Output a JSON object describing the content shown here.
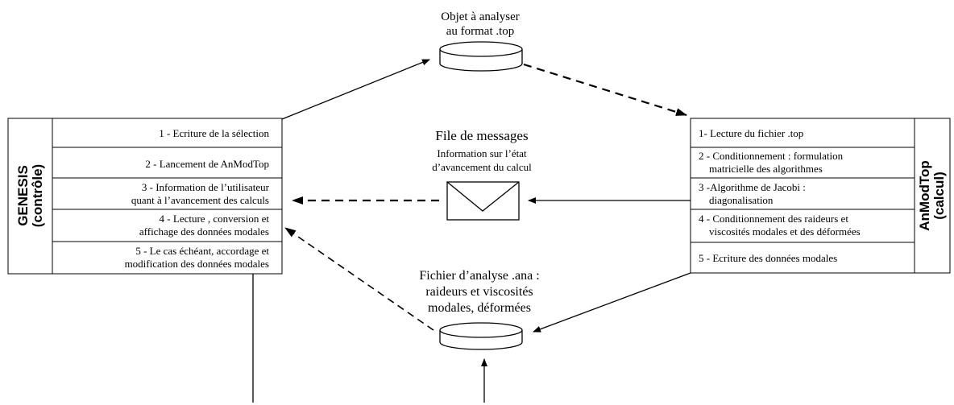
{
  "genesis": {
    "title_line1": "GENESIS",
    "title_line2": "(contrôle)",
    "steps": [
      [
        "1 - Ecriture de la sélection"
      ],
      [
        "2 - Lancement de AnModTop"
      ],
      [
        "3 - Information de l’utilisateur",
        "quant à l’avancement des calculs"
      ],
      [
        "4 - Lecture , conversion et",
        "affichage des données modales"
      ],
      [
        "5 - Le cas échéant, accordage et",
        "modification des données modales"
      ]
    ]
  },
  "anmodtop": {
    "title_line1": "AnModTop",
    "title_line2": "(calcul)",
    "steps": [
      [
        "1- Lecture du fichier .top"
      ],
      [
        "2 - Conditionnement : formulation",
        "matricielle des algorithmes"
      ],
      [
        "3 -Algorithme de Jacobi :",
        "diagonalisation"
      ],
      [
        "4 - Conditionnement des raideurs et",
        "viscosités modales et des déformées"
      ],
      [
        "5 - Ecriture des données modales"
      ]
    ]
  },
  "top_file": {
    "line1": "Objet à analyser",
    "line2": "au format .top"
  },
  "message_queue": {
    "title": "File de messages",
    "line1": "Information sur l’état",
    "line2": "d’avancement du calcul"
  },
  "ana_file": {
    "line1": "Fichier d’analyse .ana :",
    "line2": "raideurs et viscosités",
    "line3": "modales, déformées"
  }
}
